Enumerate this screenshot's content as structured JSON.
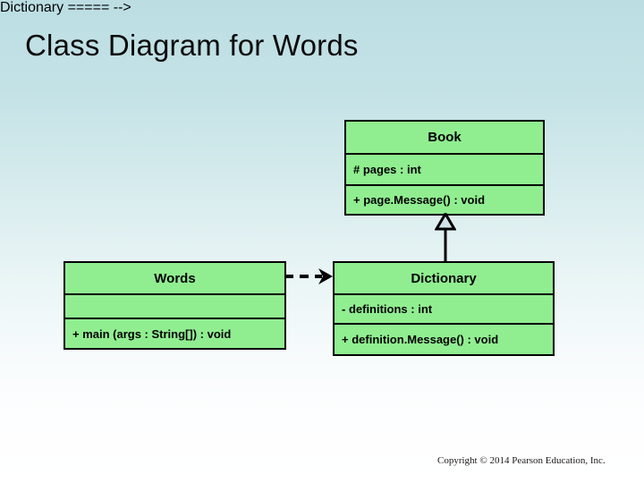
{
  "slide": {
    "title": "Class Diagram for Words",
    "copyright": "Copyright © 2014 Pearson Education, Inc.",
    "background_top_color": "#bcdee3",
    "background_bottom_color": "#ffffff",
    "class_fill_color": "#90ee90",
    "class_border_color": "#000000"
  },
  "diagram": {
    "type": "uml-class-diagram",
    "classes": [
      {
        "id": "book",
        "name": "Book",
        "attributes": [
          "# pages : int"
        ],
        "operations": [
          "+ page.Message() : void"
        ]
      },
      {
        "id": "words",
        "name": "Words",
        "attributes": [
          ""
        ],
        "operations": [
          "+ main (args : String[]) : void"
        ]
      },
      {
        "id": "dictionary",
        "name": "Dictionary",
        "attributes": [
          "- definitions : int"
        ],
        "operations": [
          "+ definition.Message() : void"
        ]
      }
    ],
    "relationships": [
      {
        "id": "generalization",
        "kind": "generalization",
        "from": "Dictionary",
        "to": "Book",
        "line_style": "solid",
        "arrowhead": "hollow-triangle",
        "direction": "up"
      },
      {
        "id": "dependency",
        "kind": "dependency",
        "from": "Words",
        "to": "Dictionary",
        "line_style": "dashed",
        "arrowhead": "open-arrow",
        "direction": "right"
      }
    ]
  }
}
